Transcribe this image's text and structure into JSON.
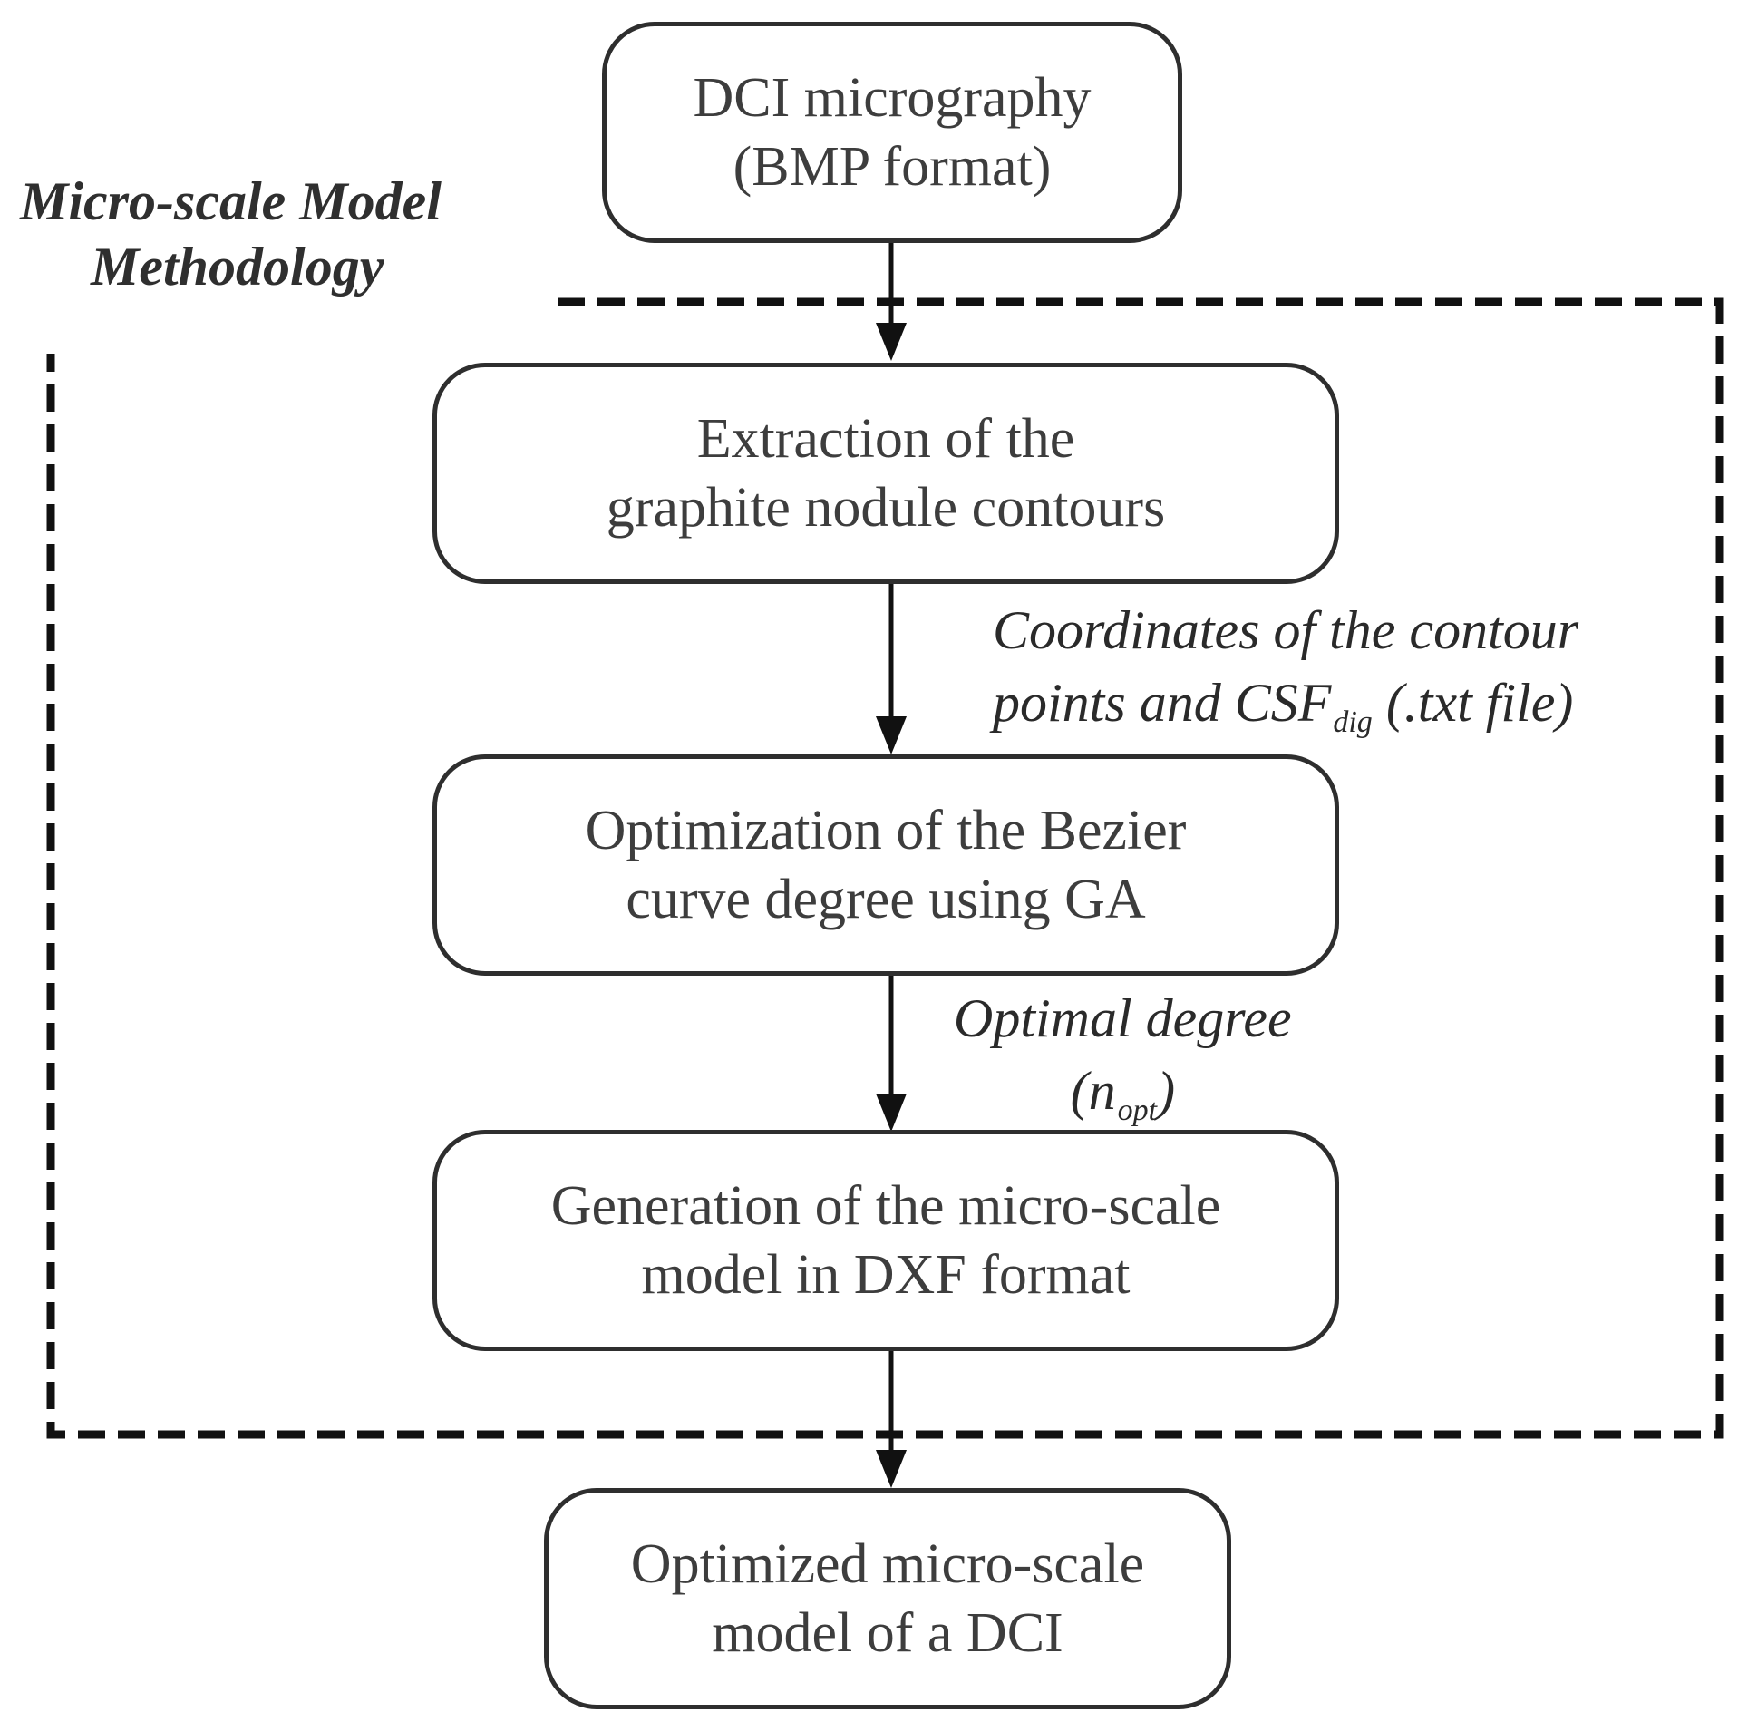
{
  "diagram_title": {
    "line1": "Micro-scale Model",
    "line2": "Methodology"
  },
  "nodes": [
    {
      "id": "dci-micrography",
      "lines": [
        "DCI micrography",
        "(BMP format)"
      ]
    },
    {
      "id": "extraction",
      "lines": [
        "Extraction of the",
        "graphite nodule contours"
      ]
    },
    {
      "id": "optimization",
      "lines": [
        "Optimization of the Bezier",
        "curve degree using GA"
      ]
    },
    {
      "id": "generation",
      "lines": [
        "Generation of the micro-scale",
        "model in DXF format"
      ]
    },
    {
      "id": "optimized-model",
      "lines": [
        "Optimized micro-scale",
        "model of a DCI"
      ]
    }
  ],
  "edge_labels": {
    "coordinates": {
      "line1": "Coordinates of the contour",
      "line2_prefix": "points and CSF",
      "line2_sub": "dig",
      "line2_suffix": " (.txt file)"
    },
    "optimal_degree": {
      "line1": "Optimal degree",
      "line2_prefix": "(n",
      "line2_sub": "opt",
      "line2_suffix": ")"
    }
  },
  "edges": [
    {
      "from": "dci-micrography",
      "to": "extraction"
    },
    {
      "from": "extraction",
      "to": "optimization"
    },
    {
      "from": "optimization",
      "to": "generation"
    },
    {
      "from": "generation",
      "to": "optimized-model"
    }
  ],
  "colors": {
    "box_border": "#2e2e2e",
    "arrow": "#111111",
    "dashed_frame": "#111111",
    "text": "#3d3d3d"
  }
}
